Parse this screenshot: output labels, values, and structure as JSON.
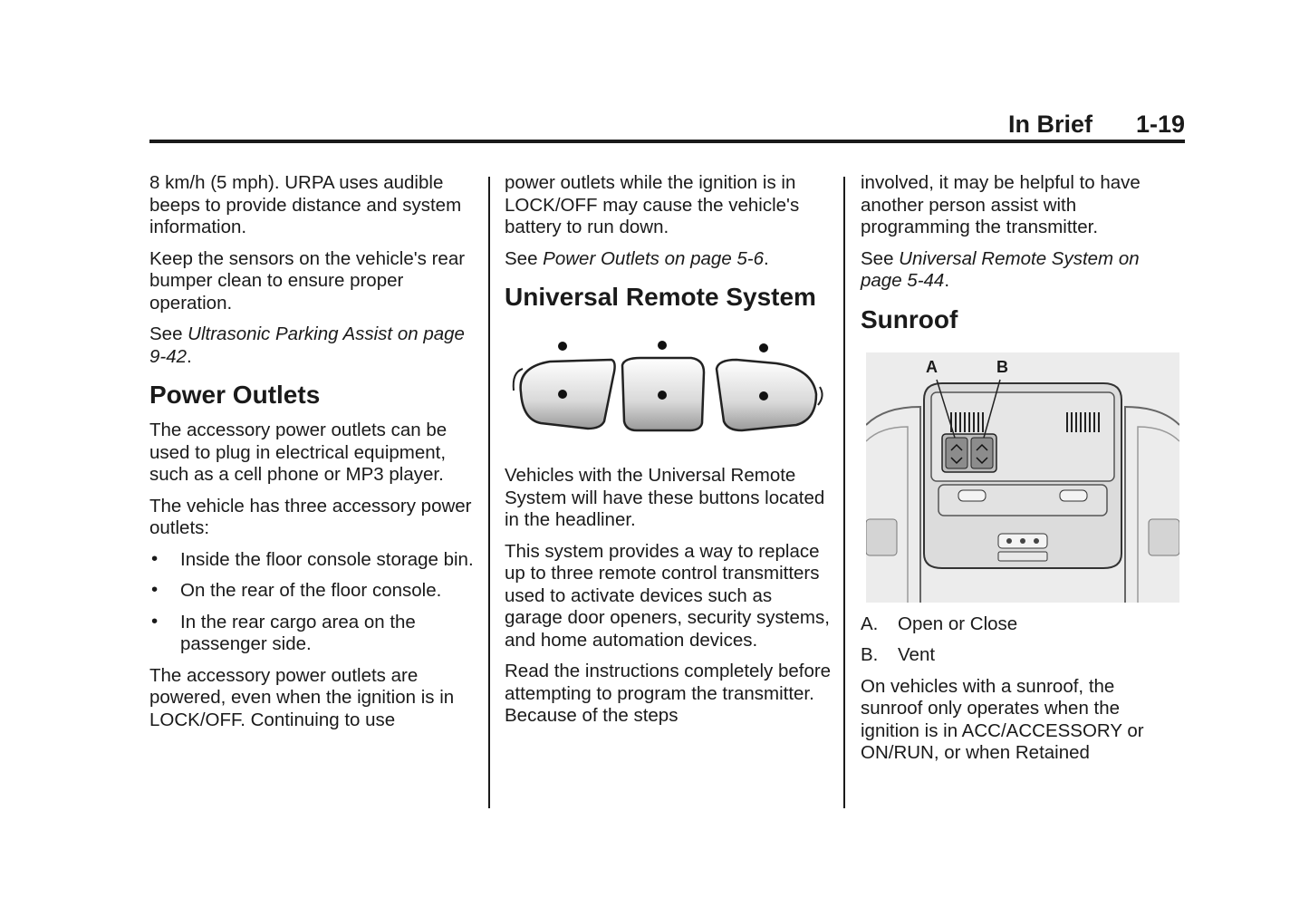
{
  "header": {
    "section": "In Brief",
    "page": "1-19"
  },
  "col1": {
    "p1": "8 km/h (5 mph). URPA uses audible beeps to provide distance and system information.",
    "p2": "Keep the sensors on the vehicle's rear bumper clean to ensure proper operation.",
    "p3_prefix": "See ",
    "p3_link": "Ultrasonic Parking Assist on page 9-42",
    "p3_suffix": ".",
    "heading": "Power Outlets",
    "p4": "The accessory power outlets can be used to plug in electrical equipment, such as a cell phone or MP3 player.",
    "p5": "The vehicle has three accessory power outlets:",
    "bullet": "•",
    "bullets": [
      "Inside the floor console storage bin.",
      "On the rear of the floor console.",
      "In the rear cargo area on the passenger side."
    ],
    "p6": "The accessory power outlets are powered, even when the ignition is in LOCK/OFF. Continuing to use"
  },
  "col2": {
    "p1": "power outlets while the ignition is in LOCK/OFF may cause the vehicle's battery to run down.",
    "p2_prefix": "See ",
    "p2_link": "Power Outlets on page 5-6",
    "p2_suffix": ".",
    "heading": "Universal Remote System",
    "p3": "Vehicles with the Universal Remote System will have these buttons located in the headliner.",
    "p4": "This system provides a way to replace up to three remote control transmitters used to activate devices such as garage door openers, security systems, and home automation devices.",
    "p5": "Read the instructions completely before attempting to program the transmitter. Because of the steps"
  },
  "col3": {
    "p1": "involved, it may be helpful to have another person assist with programming the transmitter.",
    "p2_prefix": "See ",
    "p2_link": "Universal Remote System on page 5-44",
    "p2_suffix": ".",
    "heading": "Sunroof",
    "figure_labels": {
      "a": "A",
      "b": "B"
    },
    "legend": [
      {
        "key": "A.",
        "text": "Open or Close"
      },
      {
        "key": "B.",
        "text": "Vent"
      }
    ],
    "p3": "On vehicles with a sunroof, the sunroof only operates when the ignition is in ACC/ACCESSORY or ON/RUN, or when Retained"
  }
}
